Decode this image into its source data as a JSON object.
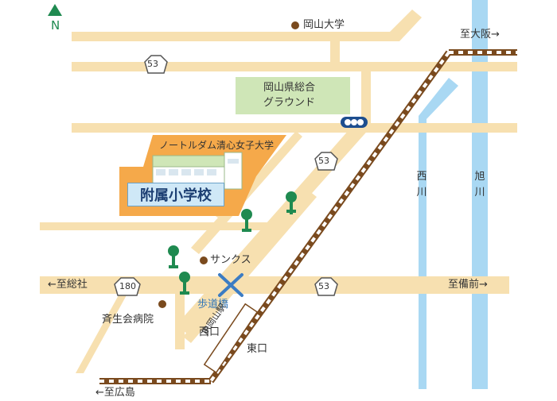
{
  "compass": {
    "label": "N"
  },
  "roads": {
    "route_53": "53",
    "route_180": "180"
  },
  "places": {
    "okayama_univ": "岡山大学",
    "ground": [
      "岡山県総合",
      "グラウンド"
    ],
    "notre_dame": "ノートルダム清心女子大学",
    "school": "附属小学校",
    "sunx": "サンクス",
    "hospital": "斉生会病院",
    "footbridge": "歩道橋",
    "station": "JR岡山駅",
    "west_exit": "西口",
    "east_exit": "東口"
  },
  "directions": {
    "to_osaka": "至大阪→",
    "to_soja": "←至総社",
    "to_bizen": "至備前→",
    "to_hiroshima": "←至広島"
  },
  "rivers": {
    "nishigawa": [
      "西",
      "川"
    ],
    "asahigawa": [
      "旭",
      "川"
    ]
  },
  "colors": {
    "road": "#f7e0b0",
    "school_area": "#f5a94a",
    "ground": "#cfe6b7",
    "river": "#a9d8f3",
    "rail": "#7a4a1e",
    "tree": "#1f8a50",
    "poi": "#7a4a1e",
    "footbridge": "#3c7cc3"
  }
}
